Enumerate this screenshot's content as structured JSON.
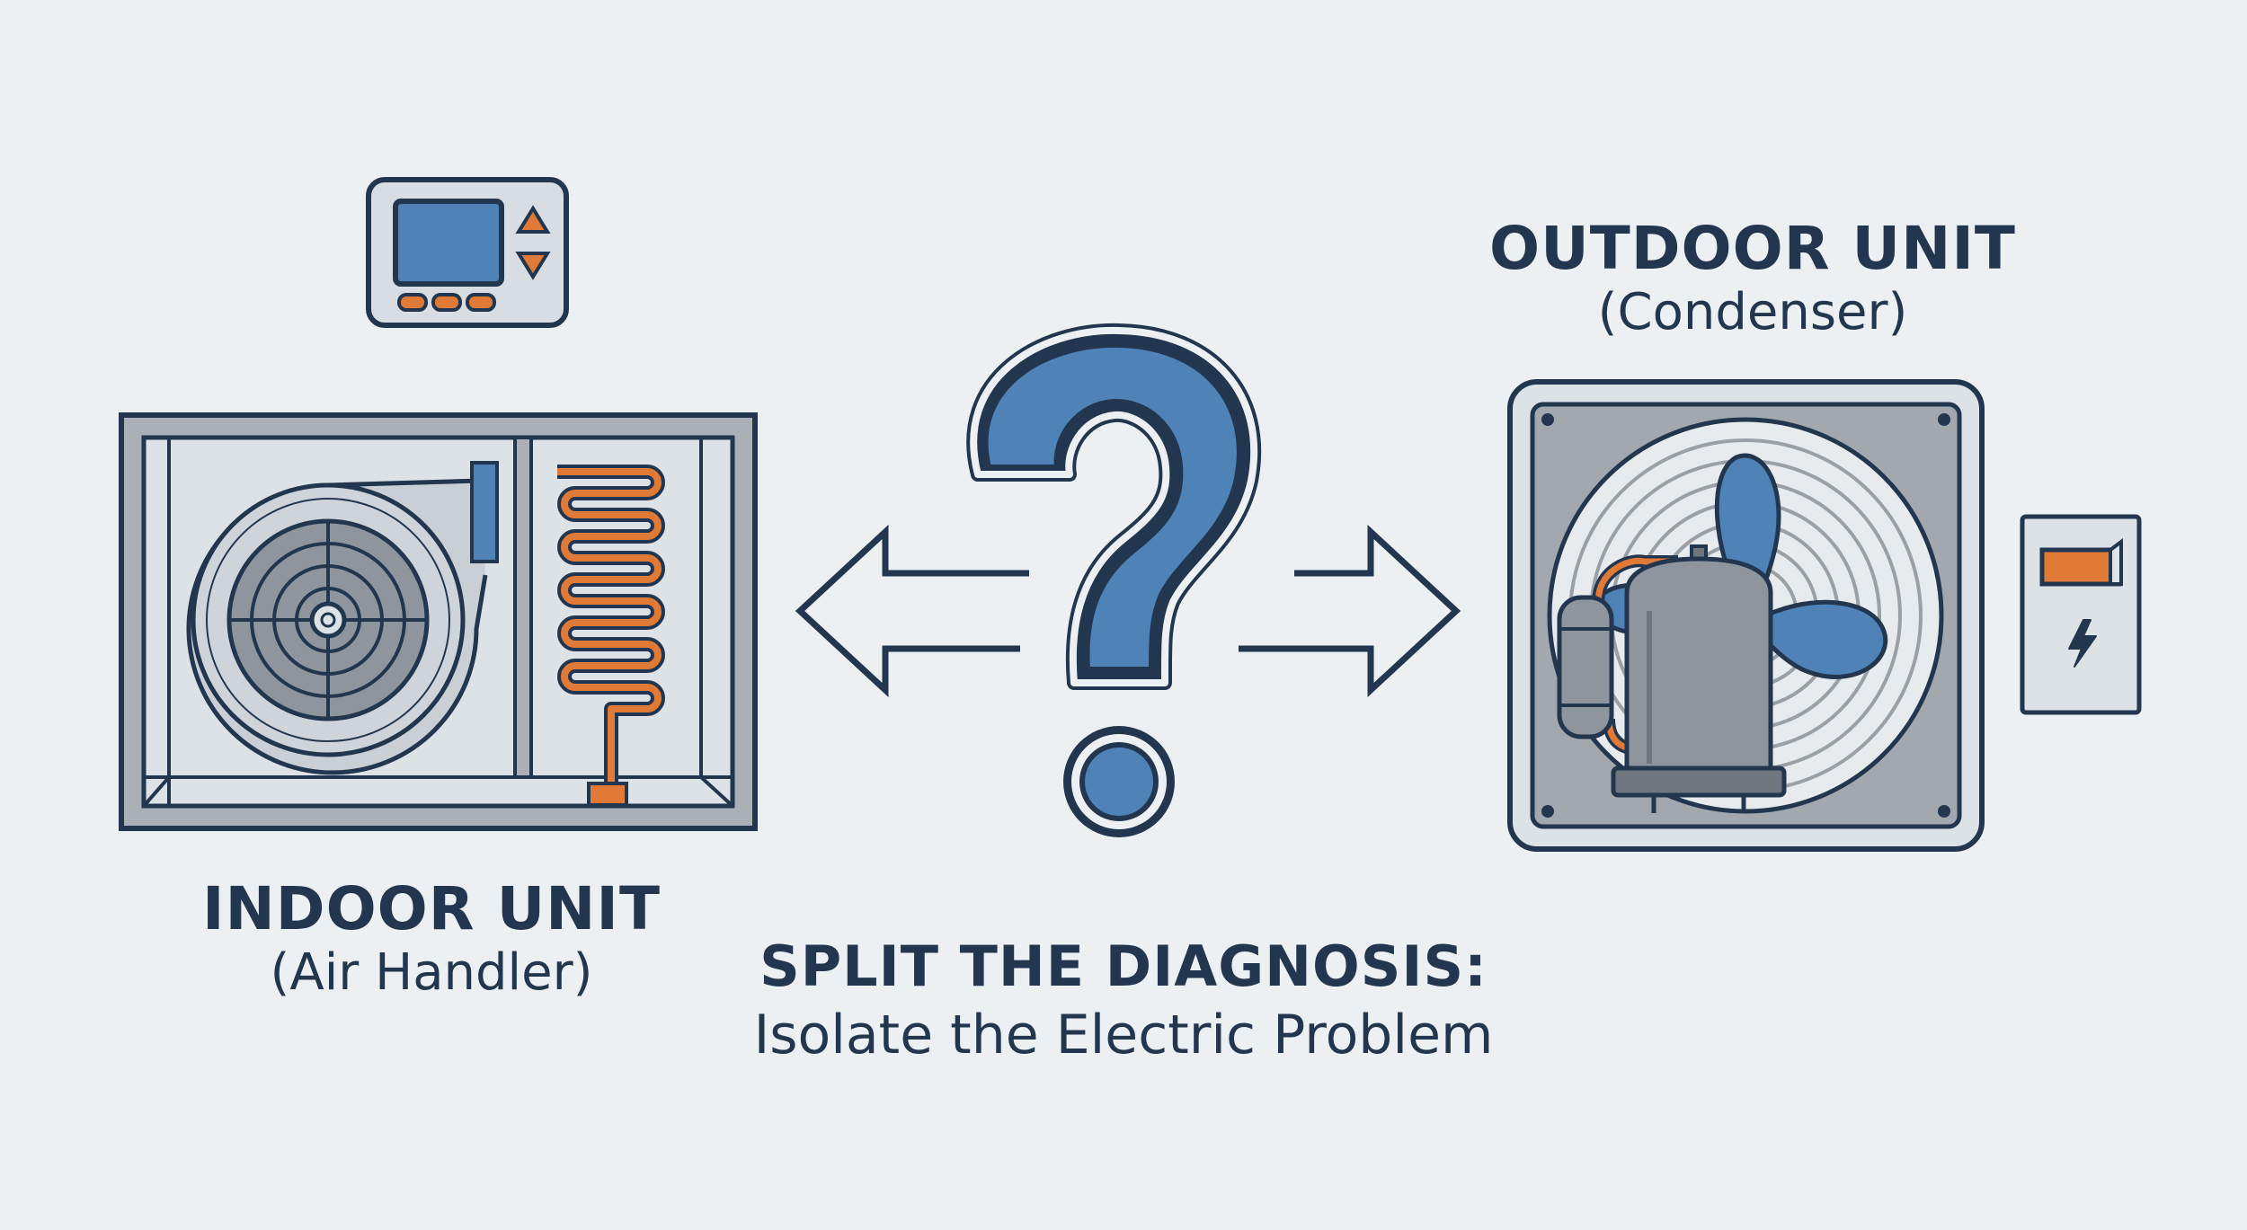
{
  "indoor_unit": {
    "title": "INDOOR UNIT",
    "subtitle": "(Air Handler)"
  },
  "outdoor_unit": {
    "title": "OUTDOOR UNIT",
    "subtitle": "(Condenser)"
  },
  "caption": {
    "title": "SPLIT THE DIAGNOSIS:",
    "subtitle": "Isolate the Electric Problem"
  },
  "icons": {
    "thermostat": "thermostat-icon",
    "question": "question-mark-icon",
    "disconnect": "electrical-disconnect-icon"
  },
  "colors": {
    "background": "#edf0f3",
    "outline": "#23364f",
    "accent_blue": "#4f83b8",
    "accent_orange": "#e07a36",
    "metal_gray": "#9aa0a6",
    "panel_light": "#d8dde3"
  }
}
